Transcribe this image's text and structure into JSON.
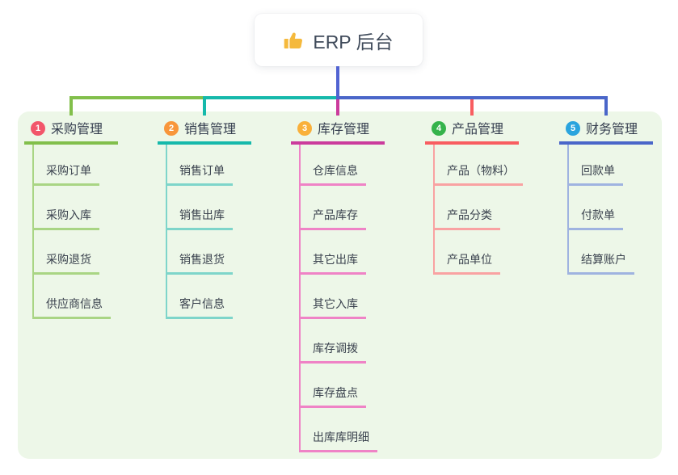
{
  "root": {
    "icon": "thumbs-up",
    "label": "ERP 后台"
  },
  "colors": {
    "page_bg": "#ffffff",
    "panel_bg": "#edf7e8",
    "trunk": "#5163d2",
    "root_text": "#3f4a5a",
    "title_text": "#353e4f",
    "child_text": "#3a424e",
    "thumb_icon": "#f5b93c"
  },
  "branches": [
    {
      "badge_num": "1",
      "badge_color": "#f2566a",
      "label": "采购管理",
      "line_color": "#82bf4b",
      "child_line_color": "#a9d584",
      "children": [
        "采购订单",
        "采购入库",
        "采购退货",
        "供应商信息"
      ]
    },
    {
      "badge_num": "2",
      "badge_color": "#f8963b",
      "label": "销售管理",
      "line_color": "#16b9ab",
      "child_line_color": "#7ed5ca",
      "children": [
        "销售订单",
        "销售出库",
        "销售退货",
        "客户信息"
      ]
    },
    {
      "badge_num": "3",
      "badge_color": "#f9b03a",
      "label": "库存管理",
      "line_color": "#cb3b9c",
      "child_line_color": "#ef83c6",
      "children": [
        "仓库信息",
        "产品库存",
        "其它出库",
        "其它入库",
        "库存调拨",
        "库存盘点",
        "出库库明细"
      ]
    },
    {
      "badge_num": "4",
      "badge_color": "#35b34b",
      "label": "产品管理",
      "line_color": "#f85d60",
      "child_line_color": "#f9a2a2",
      "children": [
        "产品（物料）",
        "产品分类",
        "产品单位"
      ]
    },
    {
      "badge_num": "5",
      "badge_color": "#2aa4de",
      "label": "财务管理",
      "line_color": "#4a66c9",
      "child_line_color": "#9fb3e0",
      "children": [
        "回款单",
        "付款单",
        "结算账户"
      ]
    }
  ]
}
